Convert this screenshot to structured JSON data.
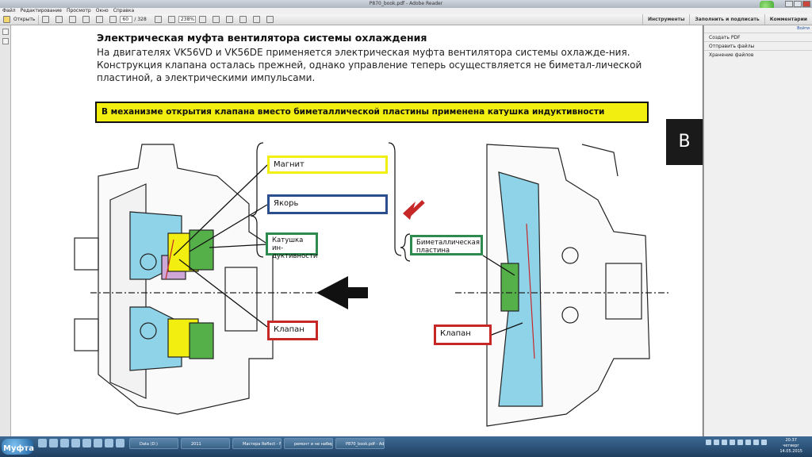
{
  "window": {
    "title": "P870_book.pdf - Adobe Reader"
  },
  "menu": [
    "Файл",
    "Редактирование",
    "Просмотр",
    "Окно",
    "Справка"
  ],
  "toolbar": {
    "open_label": "Открыть",
    "page_current": "60",
    "page_total": "/ 328",
    "zoom": "238%",
    "right_tabs": [
      "Инструменты",
      "Заполнить и подписать",
      "Комментарии"
    ]
  },
  "right_panel": {
    "done_label": "Войти",
    "sections": [
      "Создать PDF",
      "Отправить файлы",
      "Хранение файлов"
    ]
  },
  "doc": {
    "heading": "Электрическая муфта вентилятора системы охлаждения",
    "para": "На двигателях VK56VD и VK56DE применяется электрическая муфта вентилятора системы охлажде-ния. Конструкция клапана осталась прежней, однако управление теперь осуществляется не биметал-лической пластиной, а электрическими импульсами.",
    "banner": "В механизме открытия клапана вместо биметаллической пластины применена катушка индуктивности",
    "tab_letter": "B",
    "labels": {
      "magnet": "Магнит",
      "armature": "Якорь",
      "coil": "Катушка ин- дуктивности",
      "valve_left": "Клапан",
      "bimetal": "Биметаллическая пластина",
      "valve_right": "Клапан"
    }
  },
  "taskbar": {
    "watermark": "Муфта",
    "tasks": [
      "Data (D:)",
      "2011",
      "Мастера Reflect - Fo...",
      "ремонт и не набирает...",
      "P870_book.pdf - Ad..."
    ],
    "clock_time": "20:37",
    "clock_day": "четверг",
    "clock_date": "14.05.2015"
  },
  "colors": {
    "yellow": "#f2ee10",
    "blue": "#2b4f8c",
    "green": "#2f8a50",
    "red": "#c62828",
    "cyan_diagram": "#8fd3e8"
  }
}
